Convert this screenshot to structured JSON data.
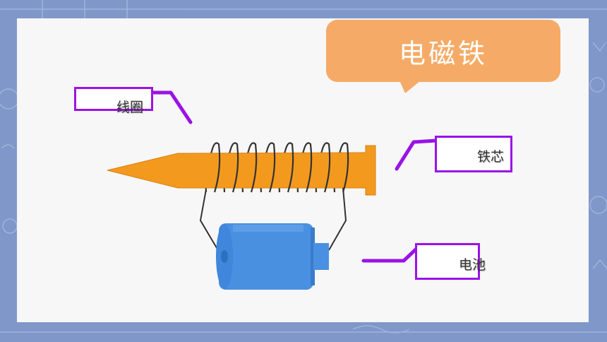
{
  "slide": {
    "title": "电磁铁"
  },
  "labels": {
    "coil": "线圈",
    "core": "铁芯",
    "battery": "电池"
  },
  "colors": {
    "background": "#7f97c9",
    "slide": "#f7f7f8",
    "title_bubble": "#f5ab67",
    "label_border": "#9b12e6",
    "nail": "#f39a1e",
    "battery": "#4a90e0",
    "coil_wire": "#333333"
  }
}
